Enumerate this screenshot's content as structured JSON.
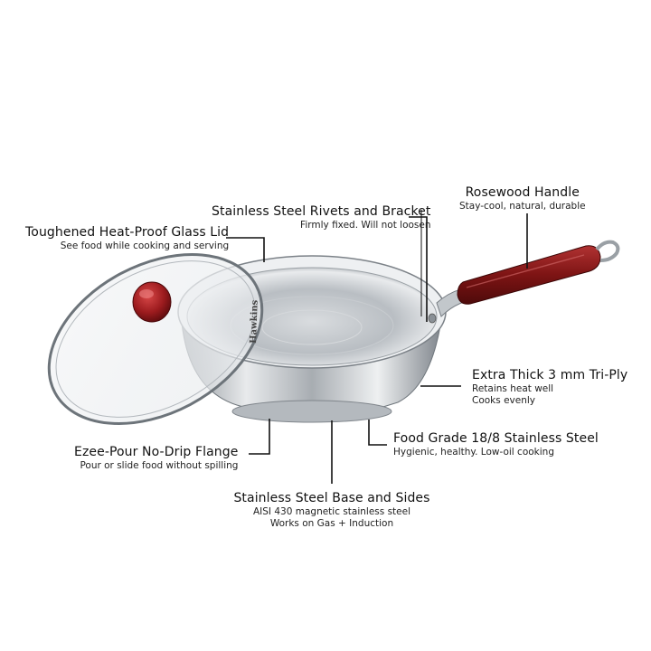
{
  "labels": {
    "glass_lid": {
      "title": "Toughened Heat-Proof Glass Lid",
      "sub": [
        "See food while cooking and serving"
      ]
    },
    "rivets": {
      "title": "Stainless Steel Rivets and Bracket",
      "sub": [
        "Firmly fixed. Will not loosen"
      ]
    },
    "handle": {
      "title": "Rosewood Handle",
      "sub": [
        "Stay-cool, natural, durable"
      ]
    },
    "triply": {
      "title": "Extra Thick 3 mm Tri-Ply",
      "sub": [
        "Retains heat well",
        "Cooks evenly"
      ]
    },
    "food_grade": {
      "title": "Food Grade 18/8 Stainless Steel",
      "sub": [
        "Hygienic, healthy. Low-oil cooking"
      ]
    },
    "flange": {
      "title": "Ezee-Pour No-Drip Flange",
      "sub": [
        "Pour or slide food without spilling"
      ]
    },
    "base": {
      "title": "Stainless Steel Base and Sides",
      "sub": [
        "AISI 430 magnetic stainless steel",
        "Works on Gas + Induction"
      ]
    }
  },
  "product": {
    "brand_text": "Hawkins"
  },
  "colors": {
    "handle": "#8e1d1d",
    "knob": "#a31f22",
    "steel": "#c9cdd1",
    "line": "#111111"
  }
}
